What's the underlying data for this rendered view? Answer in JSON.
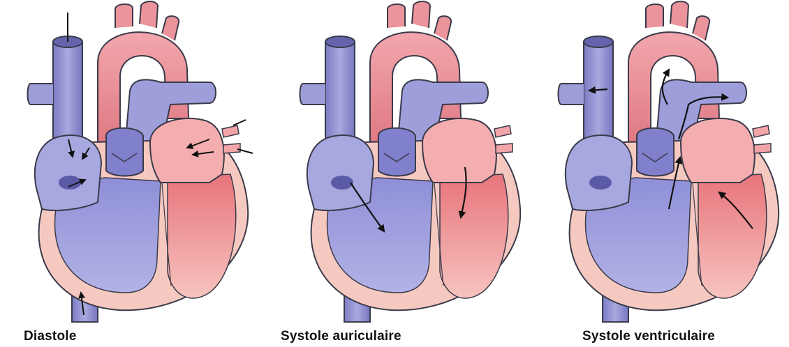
{
  "colors": {
    "vein_blue": "#8f8fd0",
    "vein_blue_dark": "#6c6cb6",
    "artery_red": "#e88a92",
    "artery_red_dark": "#d06a74",
    "myocardium": "#f6c9c0",
    "blood_blue": "#8a8ad6",
    "blood_red": "#f0a3a3",
    "outline": "#3a3a4a",
    "arrow": "#111111"
  },
  "panels": [
    {
      "caption": "Diastole"
    },
    {
      "caption": "Systole  auriculaire"
    },
    {
      "caption": "Systole ventriculaire"
    }
  ]
}
